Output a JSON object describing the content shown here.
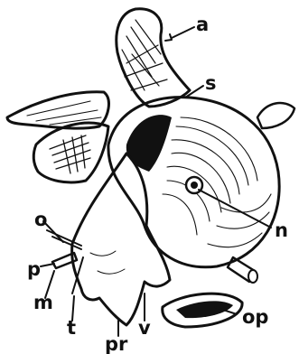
{
  "figure": {
    "labels": {
      "a": "a",
      "s": "s",
      "n": "n",
      "o": "o",
      "p": "p",
      "m": "m",
      "t": "t",
      "pr": "pr",
      "v": "v",
      "op": "op"
    },
    "colors": {
      "ink": "#111111",
      "paper": "#ffffff"
    }
  }
}
